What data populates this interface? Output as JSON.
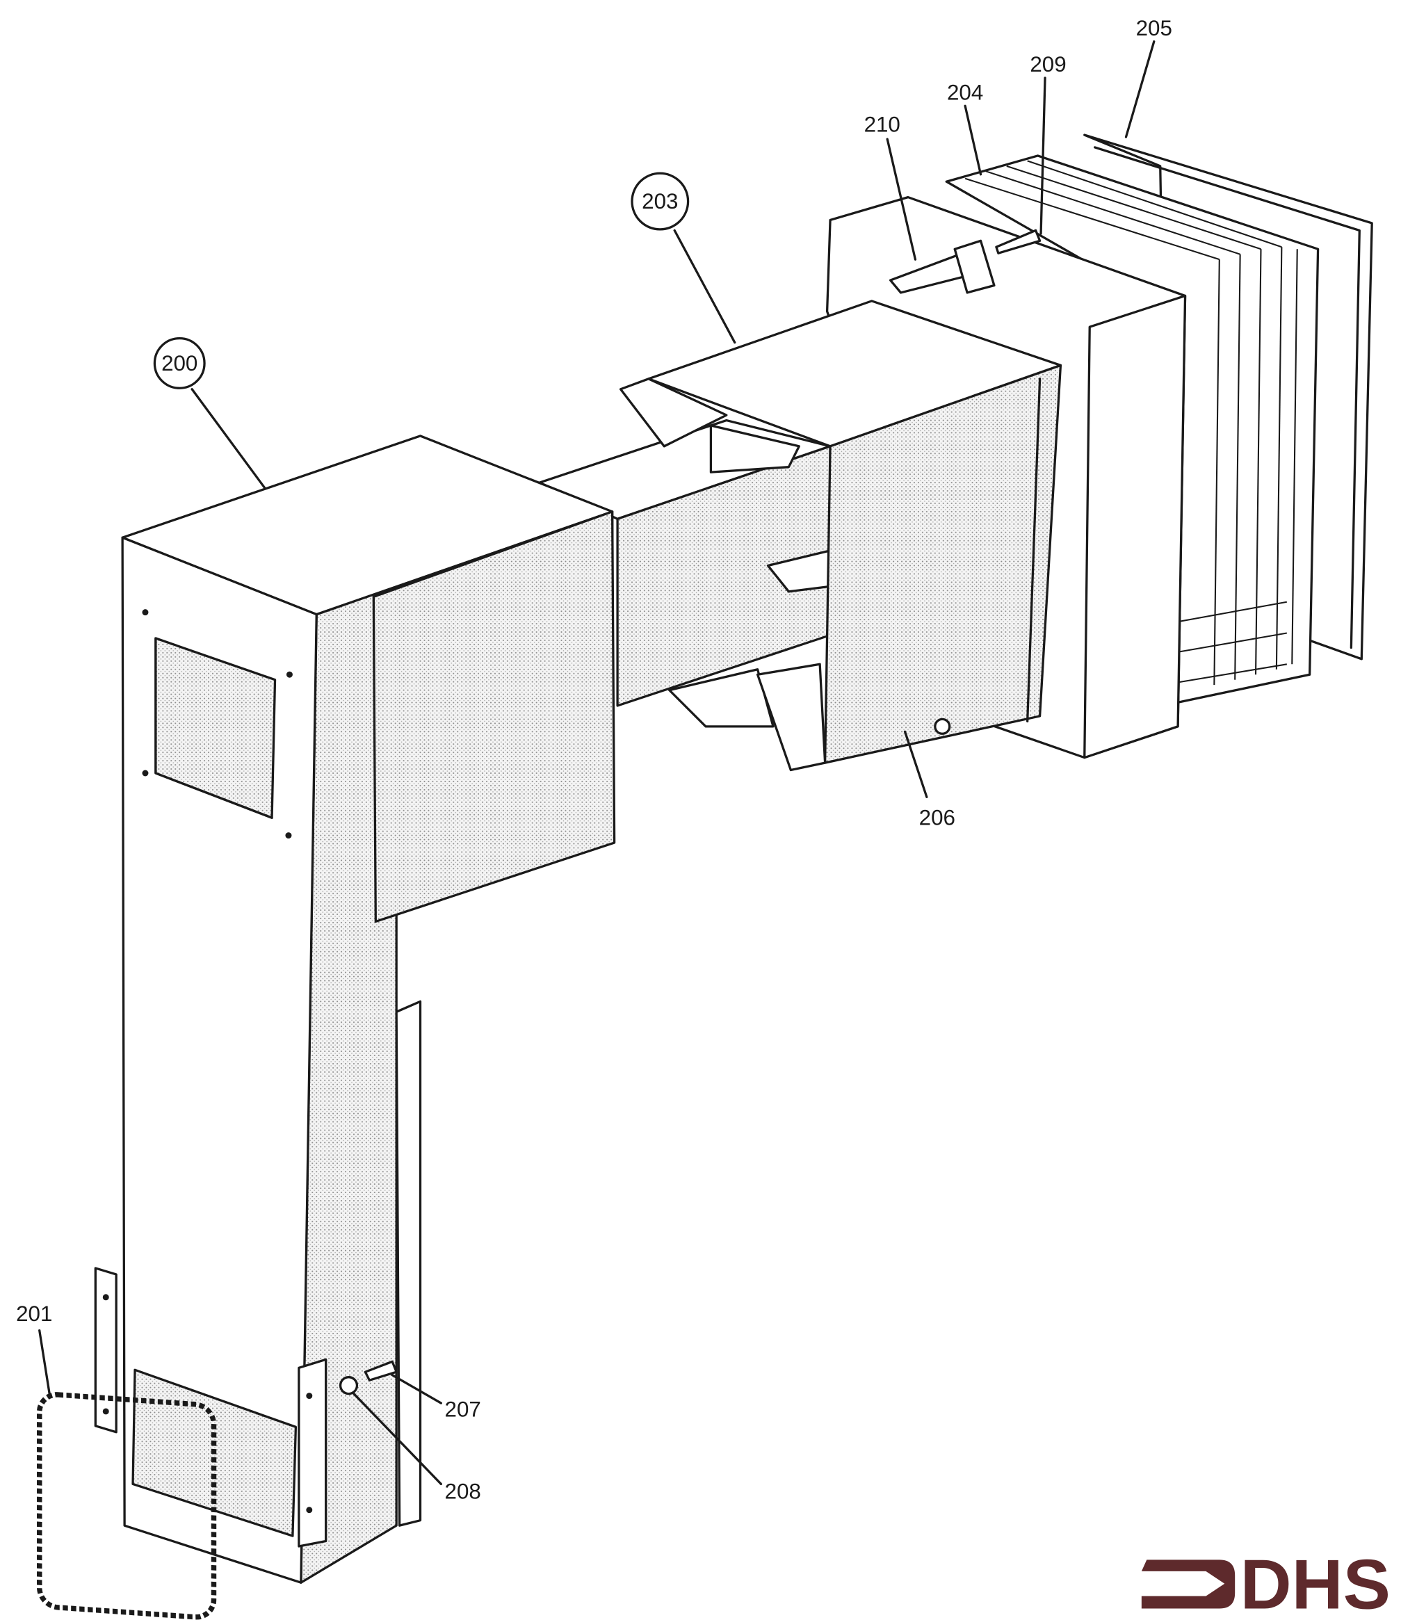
{
  "diagram": {
    "callouts": [
      {
        "id": "200",
        "circled": true
      },
      {
        "id": "201",
        "circled": false
      },
      {
        "id": "203",
        "circled": true
      },
      {
        "id": "204",
        "circled": false
      },
      {
        "id": "205",
        "circled": false
      },
      {
        "id": "206",
        "circled": false
      },
      {
        "id": "207",
        "circled": false
      },
      {
        "id": "208",
        "circled": false
      },
      {
        "id": "209",
        "circled": false
      },
      {
        "id": "210",
        "circled": false
      }
    ]
  },
  "logo": {
    "text": "DHS",
    "color": "#5e2a2c"
  },
  "colors": {
    "ink": "#1a1a1a",
    "background": "#ffffff"
  }
}
